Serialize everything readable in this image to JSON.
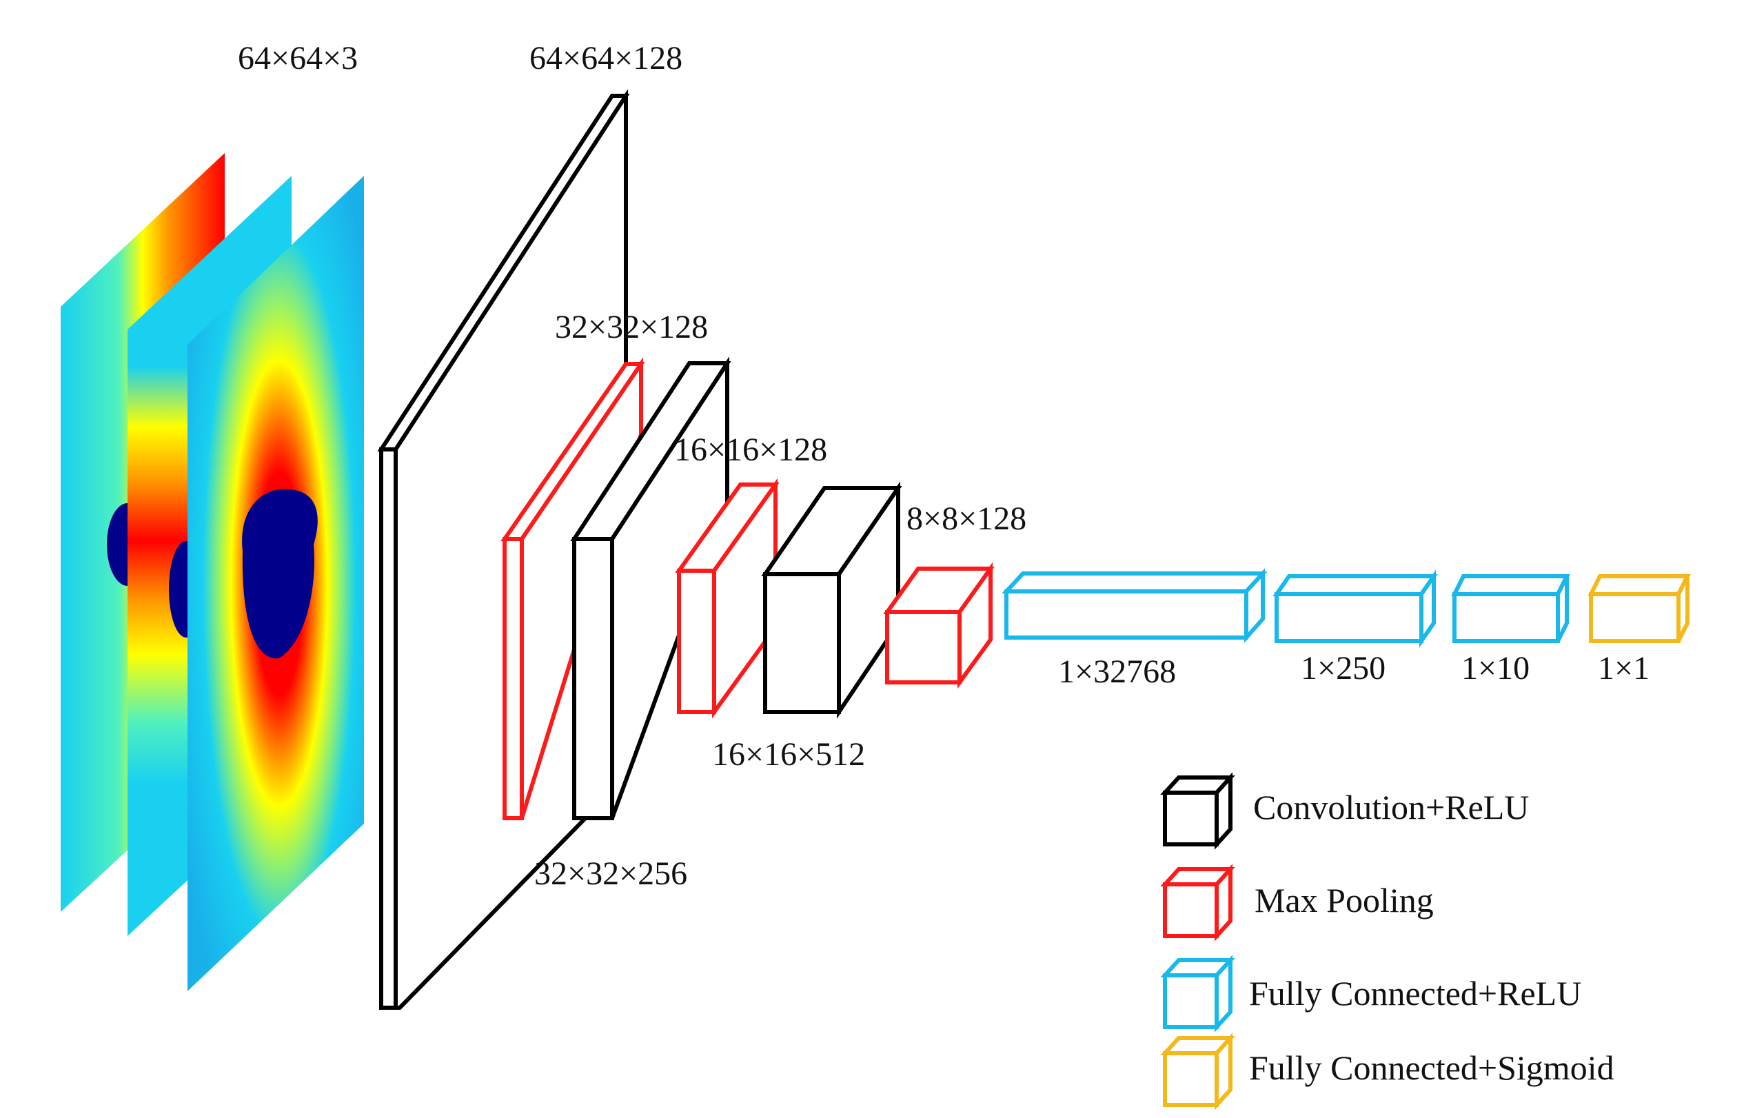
{
  "colors": {
    "conv": "#000000",
    "pool": "#ff1a1a",
    "fc_relu": "#19b8ea",
    "fc_sigmoid": "#f5b81c",
    "heat_low": "#00008b",
    "heat_mid": "#19d0f0",
    "heat_high": "#ff0000"
  },
  "layers": {
    "input": "64×64×3",
    "conv1": "64×64×128",
    "pool1": "32×32×128",
    "conv2": "32×32×256",
    "pool2": "16×16×128",
    "conv3": "16×16×512",
    "pool3": "8×8×128",
    "fc1": "1×32768",
    "fc2": "1×250",
    "fc3": "1×10",
    "out": "1×1"
  },
  "legend": [
    {
      "label": "Convolution+ReLU",
      "color": "#000000",
      "icon": "black-cube-icon"
    },
    {
      "label": "Max Pooling",
      "color": "#ff1a1a",
      "icon": "red-cube-icon"
    },
    {
      "label": "Fully Connected+ReLU",
      "color": "#19b8ea",
      "icon": "blue-cube-icon"
    },
    {
      "label": "Fully Connected+Sigmoid",
      "color": "#f5b81c",
      "icon": "yellow-cube-icon"
    }
  ]
}
